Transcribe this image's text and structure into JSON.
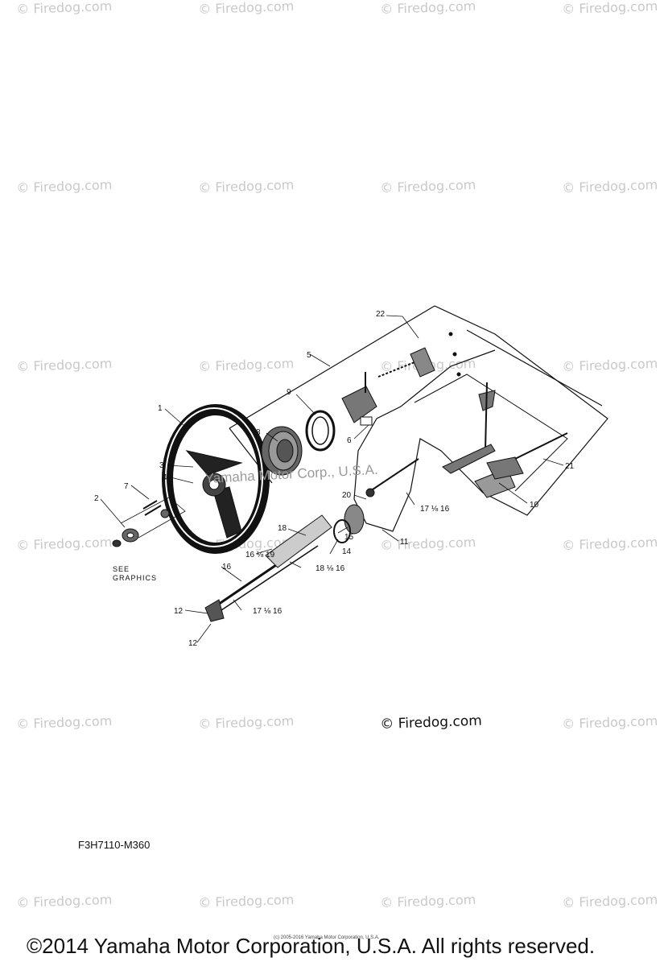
{
  "watermark": "© Firedog.com",
  "watermark_center": "© Firedog.com",
  "diagram_watermark": "Yamaha Motor Corp., U.S.A.",
  "callouts": {
    "c1": "1",
    "c2": "2",
    "c3": "3",
    "c4": "4",
    "c5": "5",
    "c6": "6",
    "c7": "7",
    "c8": "8",
    "c9": "9",
    "c10": "10",
    "c11": "11",
    "c12a": "12",
    "c12b": "12",
    "c14": "14",
    "c15": "15",
    "c16": "16",
    "c1619": "16 ⅛ 19",
    "c1816": "18 ⅛ 16",
    "c1716a": "17 ⅛ 16",
    "c1716b": "17 ⅛ 16",
    "c18": "18",
    "c20": "20",
    "c21": "21",
    "c22": "22"
  },
  "see_graphics_line1": "SEE",
  "see_graphics_line2": "GRAPHICS",
  "diagram_code": "F3H7110-M360",
  "tiny_credit": "(c) 2005-2016 Yamaha Motor Corporation, U.S.A.",
  "copyright": "©2014 Yamaha Motor Corporation, U.S.A. All rights reserved."
}
